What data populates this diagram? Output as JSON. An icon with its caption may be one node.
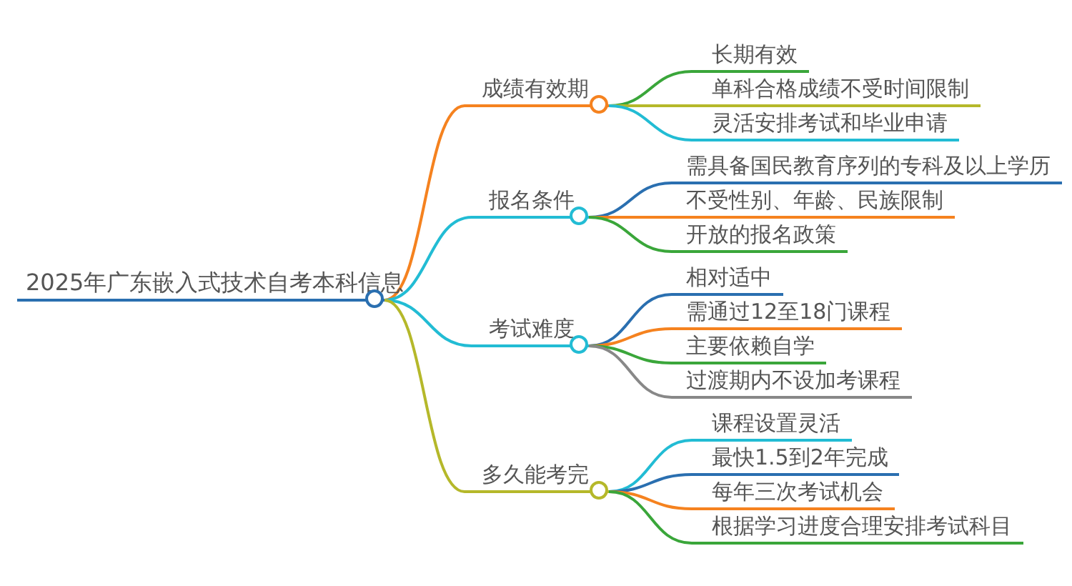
{
  "diagram": {
    "nodes": [
      {
        "text": [
          "2025年广东嵌入式技术自考本科信息"
        ]
      },
      {
        "text": [
          "成绩有效期"
        ]
      },
      {
        "text": [
          "长期有效"
        ]
      },
      {
        "text": [
          "单科合格成绩不受时间限制"
        ]
      },
      {
        "text": [
          "灵活安排考试和毕业申请"
        ]
      },
      {
        "text": [
          "报名条件"
        ]
      },
      {
        "text": [
          "需具备国民教育序列的专科及以上学历"
        ]
      },
      {
        "text": [
          "不受性别、年龄、民族限制"
        ]
      },
      {
        "text": [
          "开放的报名政策"
        ]
      },
      {
        "text": [
          "考试难度"
        ]
      },
      {
        "text": [
          "相对适中"
        ]
      },
      {
        "text": [
          "需通过12至18门课程"
        ]
      },
      {
        "text": [
          "主要依赖自学"
        ]
      },
      {
        "text": [
          "过渡期内不设加考课程"
        ]
      },
      {
        "text": [
          "多久能考完"
        ]
      },
      {
        "text": [
          "课程设置灵活"
        ]
      },
      {
        "text": [
          "最快1.5到2年完成"
        ]
      },
      {
        "text": [
          "每年三次考试机会"
        ]
      },
      {
        "text": [
          "根据学习进度合理安排考试科目"
        ]
      }
    ],
    "edges": [
      {
        "from": 0,
        "to": 1,
        "arrow": "none",
        "color": "#f5821f"
      },
      {
        "from": 1,
        "to": 2,
        "arrow": "none",
        "color": "#3aa63a"
      },
      {
        "from": 1,
        "to": 3,
        "arrow": "none",
        "color": "#b5b82a"
      },
      {
        "from": 1,
        "to": 4,
        "arrow": "none",
        "color": "#22bcd4"
      },
      {
        "from": 0,
        "to": 5,
        "arrow": "none",
        "color": "#22bcd4"
      },
      {
        "from": 5,
        "to": 6,
        "arrow": "none",
        "color": "#2a6fb0"
      },
      {
        "from": 5,
        "to": 7,
        "arrow": "none",
        "color": "#f5821f"
      },
      {
        "from": 5,
        "to": 8,
        "arrow": "none",
        "color": "#3aa63a"
      },
      {
        "from": 0,
        "to": 9,
        "arrow": "none",
        "color": "#22bcd4"
      },
      {
        "from": 9,
        "to": 10,
        "arrow": "none",
        "color": "#2a6fb0"
      },
      {
        "from": 9,
        "to": 11,
        "arrow": "none",
        "color": "#f5821f"
      },
      {
        "from": 9,
        "to": 12,
        "arrow": "none",
        "color": "#3aa63a"
      },
      {
        "from": 9,
        "to": 13,
        "arrow": "none",
        "color": "#888888"
      },
      {
        "from": 0,
        "to": 14,
        "arrow": "none",
        "color": "#b5b82a"
      },
      {
        "from": 14,
        "to": 15,
        "arrow": "none",
        "color": "#22bcd4"
      },
      {
        "from": 14,
        "to": 16,
        "arrow": "none",
        "color": "#2a6fb0"
      },
      {
        "from": 14,
        "to": 17,
        "arrow": "none",
        "color": "#f5821f"
      },
      {
        "from": 14,
        "to": 18,
        "arrow": "none",
        "color": "#3aa63a"
      }
    ]
  }
}
